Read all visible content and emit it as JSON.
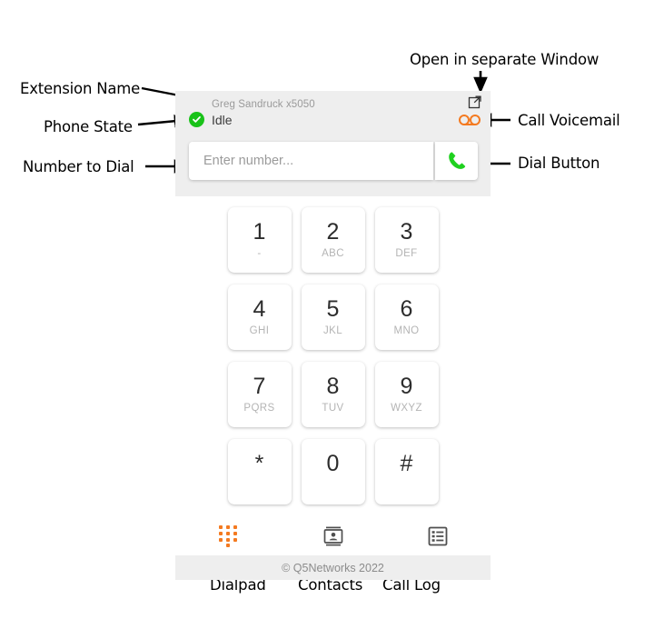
{
  "widget": {
    "header": {
      "extension_name": "Greg Sandruck x5050",
      "phone_state": "Idle",
      "expand_icon": "open-in-new-window-icon",
      "voicemail_icon": "voicemail-icon",
      "status_icon": "check-circle-icon",
      "status_color": "#19c219",
      "accent_color": "#f47a20",
      "background": "#eeeeee"
    },
    "dial": {
      "placeholder": "Enter number...",
      "value": "",
      "dial_icon": "phone-handset-icon",
      "dial_icon_color": "#1fd11f"
    },
    "keypad": [
      {
        "digit": "1",
        "sub": "-"
      },
      {
        "digit": "2",
        "sub": "ABC"
      },
      {
        "digit": "3",
        "sub": "DEF"
      },
      {
        "digit": "4",
        "sub": "GHI"
      },
      {
        "digit": "5",
        "sub": "JKL"
      },
      {
        "digit": "6",
        "sub": "MNO"
      },
      {
        "digit": "7",
        "sub": "PQRS"
      },
      {
        "digit": "8",
        "sub": "TUV"
      },
      {
        "digit": "9",
        "sub": "WXYZ"
      },
      {
        "digit": "*",
        "sub": ""
      },
      {
        "digit": "0",
        "sub": ""
      },
      {
        "digit": "#",
        "sub": ""
      }
    ],
    "nav": [
      {
        "name": "dialpad",
        "icon": "dialpad-icon",
        "active": true,
        "color": "#f47a20"
      },
      {
        "name": "contacts",
        "icon": "contacts-card-icon",
        "active": false,
        "color": "#4f4f4f"
      },
      {
        "name": "call-log",
        "icon": "call-log-list-icon",
        "active": false,
        "color": "#4f4f4f"
      }
    ],
    "footer": {
      "copyright": "© Q5Networks 2022"
    }
  },
  "annotations": {
    "extension_name": "Extension Name",
    "phone_state": "Phone State",
    "number_to_dial": "Number to Dial",
    "open_separate_window": "Open in separate Window",
    "call_voicemail": "Call Voicemail",
    "dial_button": "Dial Button",
    "dialpad": "Dialpad",
    "contacts": "Contacts",
    "call_log": "Call Log"
  }
}
